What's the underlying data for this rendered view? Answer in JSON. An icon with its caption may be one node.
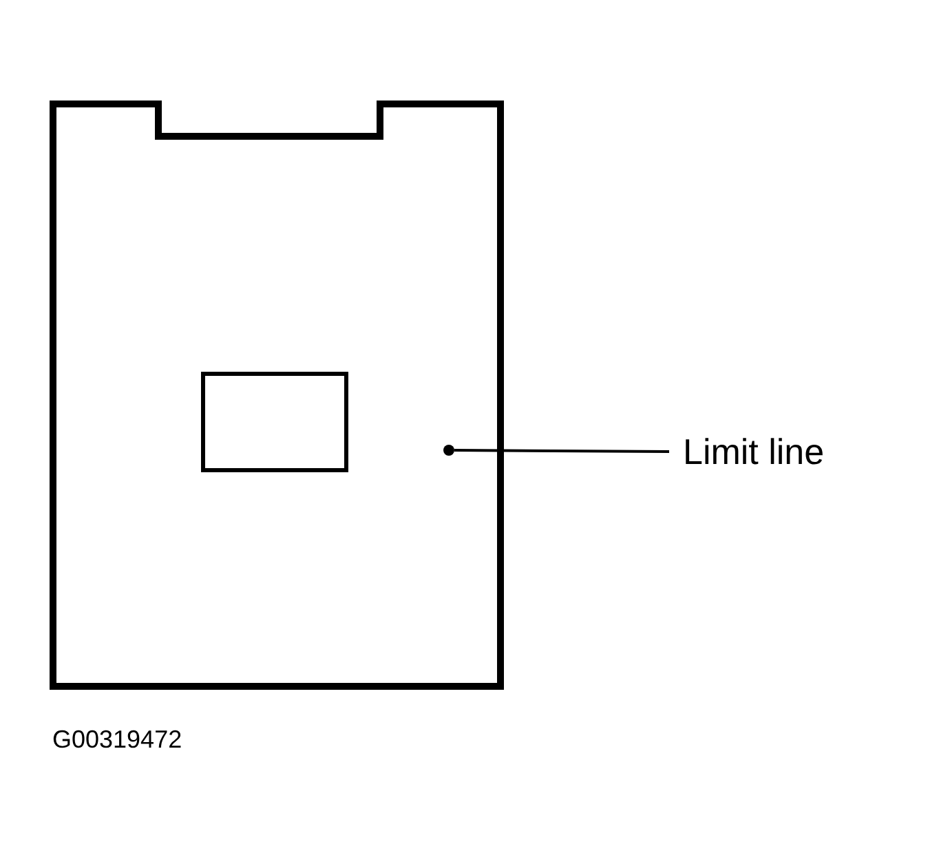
{
  "diagram": {
    "nodes": [
      {
        "text": [],
        "shape": "box"
      },
      {
        "text": [],
        "shape": "box",
        "in": 0
      },
      {
        "text": [
          "Limit line"
        ]
      },
      {
        "text": [],
        "shape": "circle",
        "in": 0
      }
    ],
    "edges": [
      {
        "from": 2,
        "to": 3,
        "arrow": "none"
      }
    ],
    "labels": [
      "G00319472"
    ]
  }
}
